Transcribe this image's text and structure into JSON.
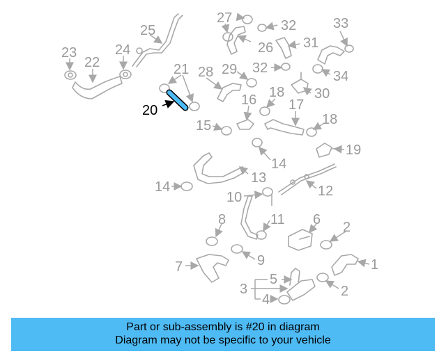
{
  "diagram": {
    "highlighted_part": "20",
    "highlight_color": "#4fbbf5",
    "part_numbers": [
      "1",
      "2",
      "2",
      "3",
      "4",
      "5",
      "6",
      "7",
      "8",
      "9",
      "10",
      "11",
      "12",
      "13",
      "14",
      "14",
      "15",
      "16",
      "17",
      "18",
      "18",
      "19",
      "20",
      "21",
      "22",
      "23",
      "24",
      "25",
      "26",
      "27",
      "28",
      "29",
      "30",
      "31",
      "32",
      "32",
      "33",
      "34"
    ]
  },
  "banner": {
    "line1": "Part or sub-assembly is #20 in diagram",
    "line2": "Diagram may not be specific to your vehicle"
  }
}
